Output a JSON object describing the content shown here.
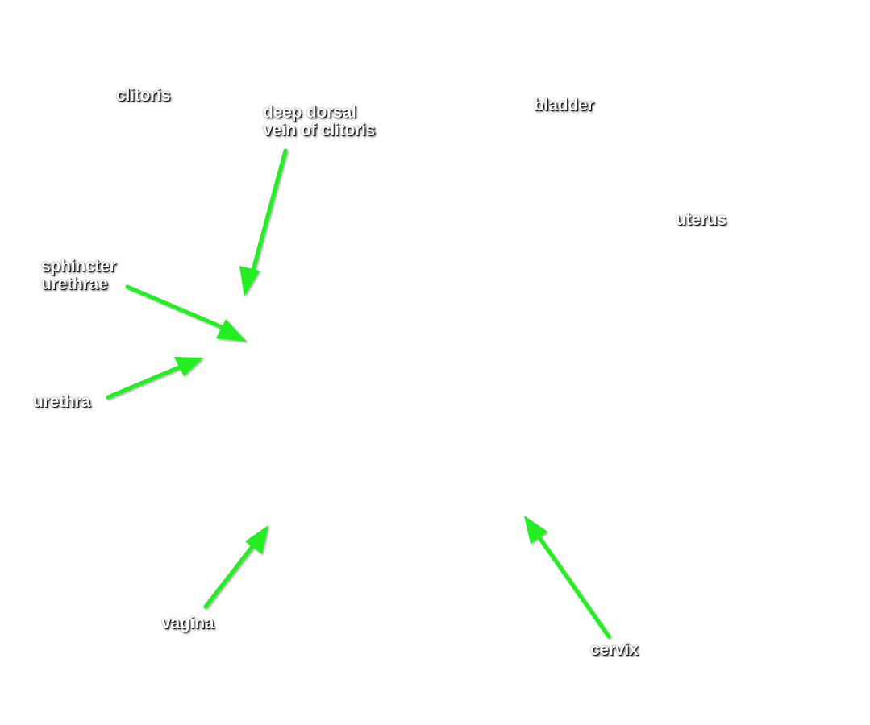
{
  "labels": {
    "clitoris": "clitoris",
    "deep_dorsal_vein": [
      "deep dorsal",
      "vein of clitoris"
    ],
    "bladder": "bladder",
    "uterus": "uterus",
    "sphincter_urethrae": [
      "sphincter",
      "urethrae"
    ],
    "urethra": "urethra",
    "vagina": "vagina",
    "cervix": "cervix"
  },
  "colors": {
    "arrow": "#22ee22",
    "arrow_outline": "#1a9a1a",
    "label_text": "#ffffff",
    "background": "#ffffff"
  }
}
